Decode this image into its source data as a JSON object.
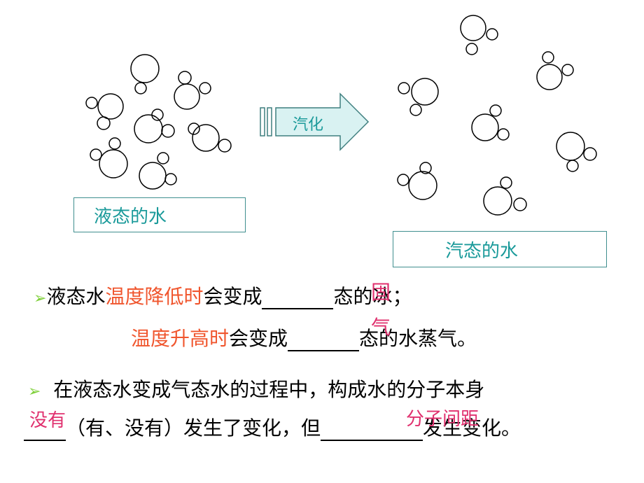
{
  "arrow_label": "汽化",
  "liquid_label": "液态的水",
  "gas_label": "汽态的水",
  "line1": {
    "bullet": "➢",
    "prefix": "液态水",
    "highlight": "温度降低时",
    "mid": "会变成",
    "answer": "固",
    "suffix": "态的冰；"
  },
  "line2": {
    "highlight": "温度升高时",
    "mid": "会变成",
    "answer": "气",
    "suffix": "态的水蒸气。"
  },
  "para": {
    "bullet": "➢",
    "line1": "在液态水变成气态水的过程中，构成水的分子本身",
    "answer1": "没有",
    "part2": "（有、没有）发生了变化，但",
    "answer2": "分子间距",
    "part3": "发生变化。"
  }
}
